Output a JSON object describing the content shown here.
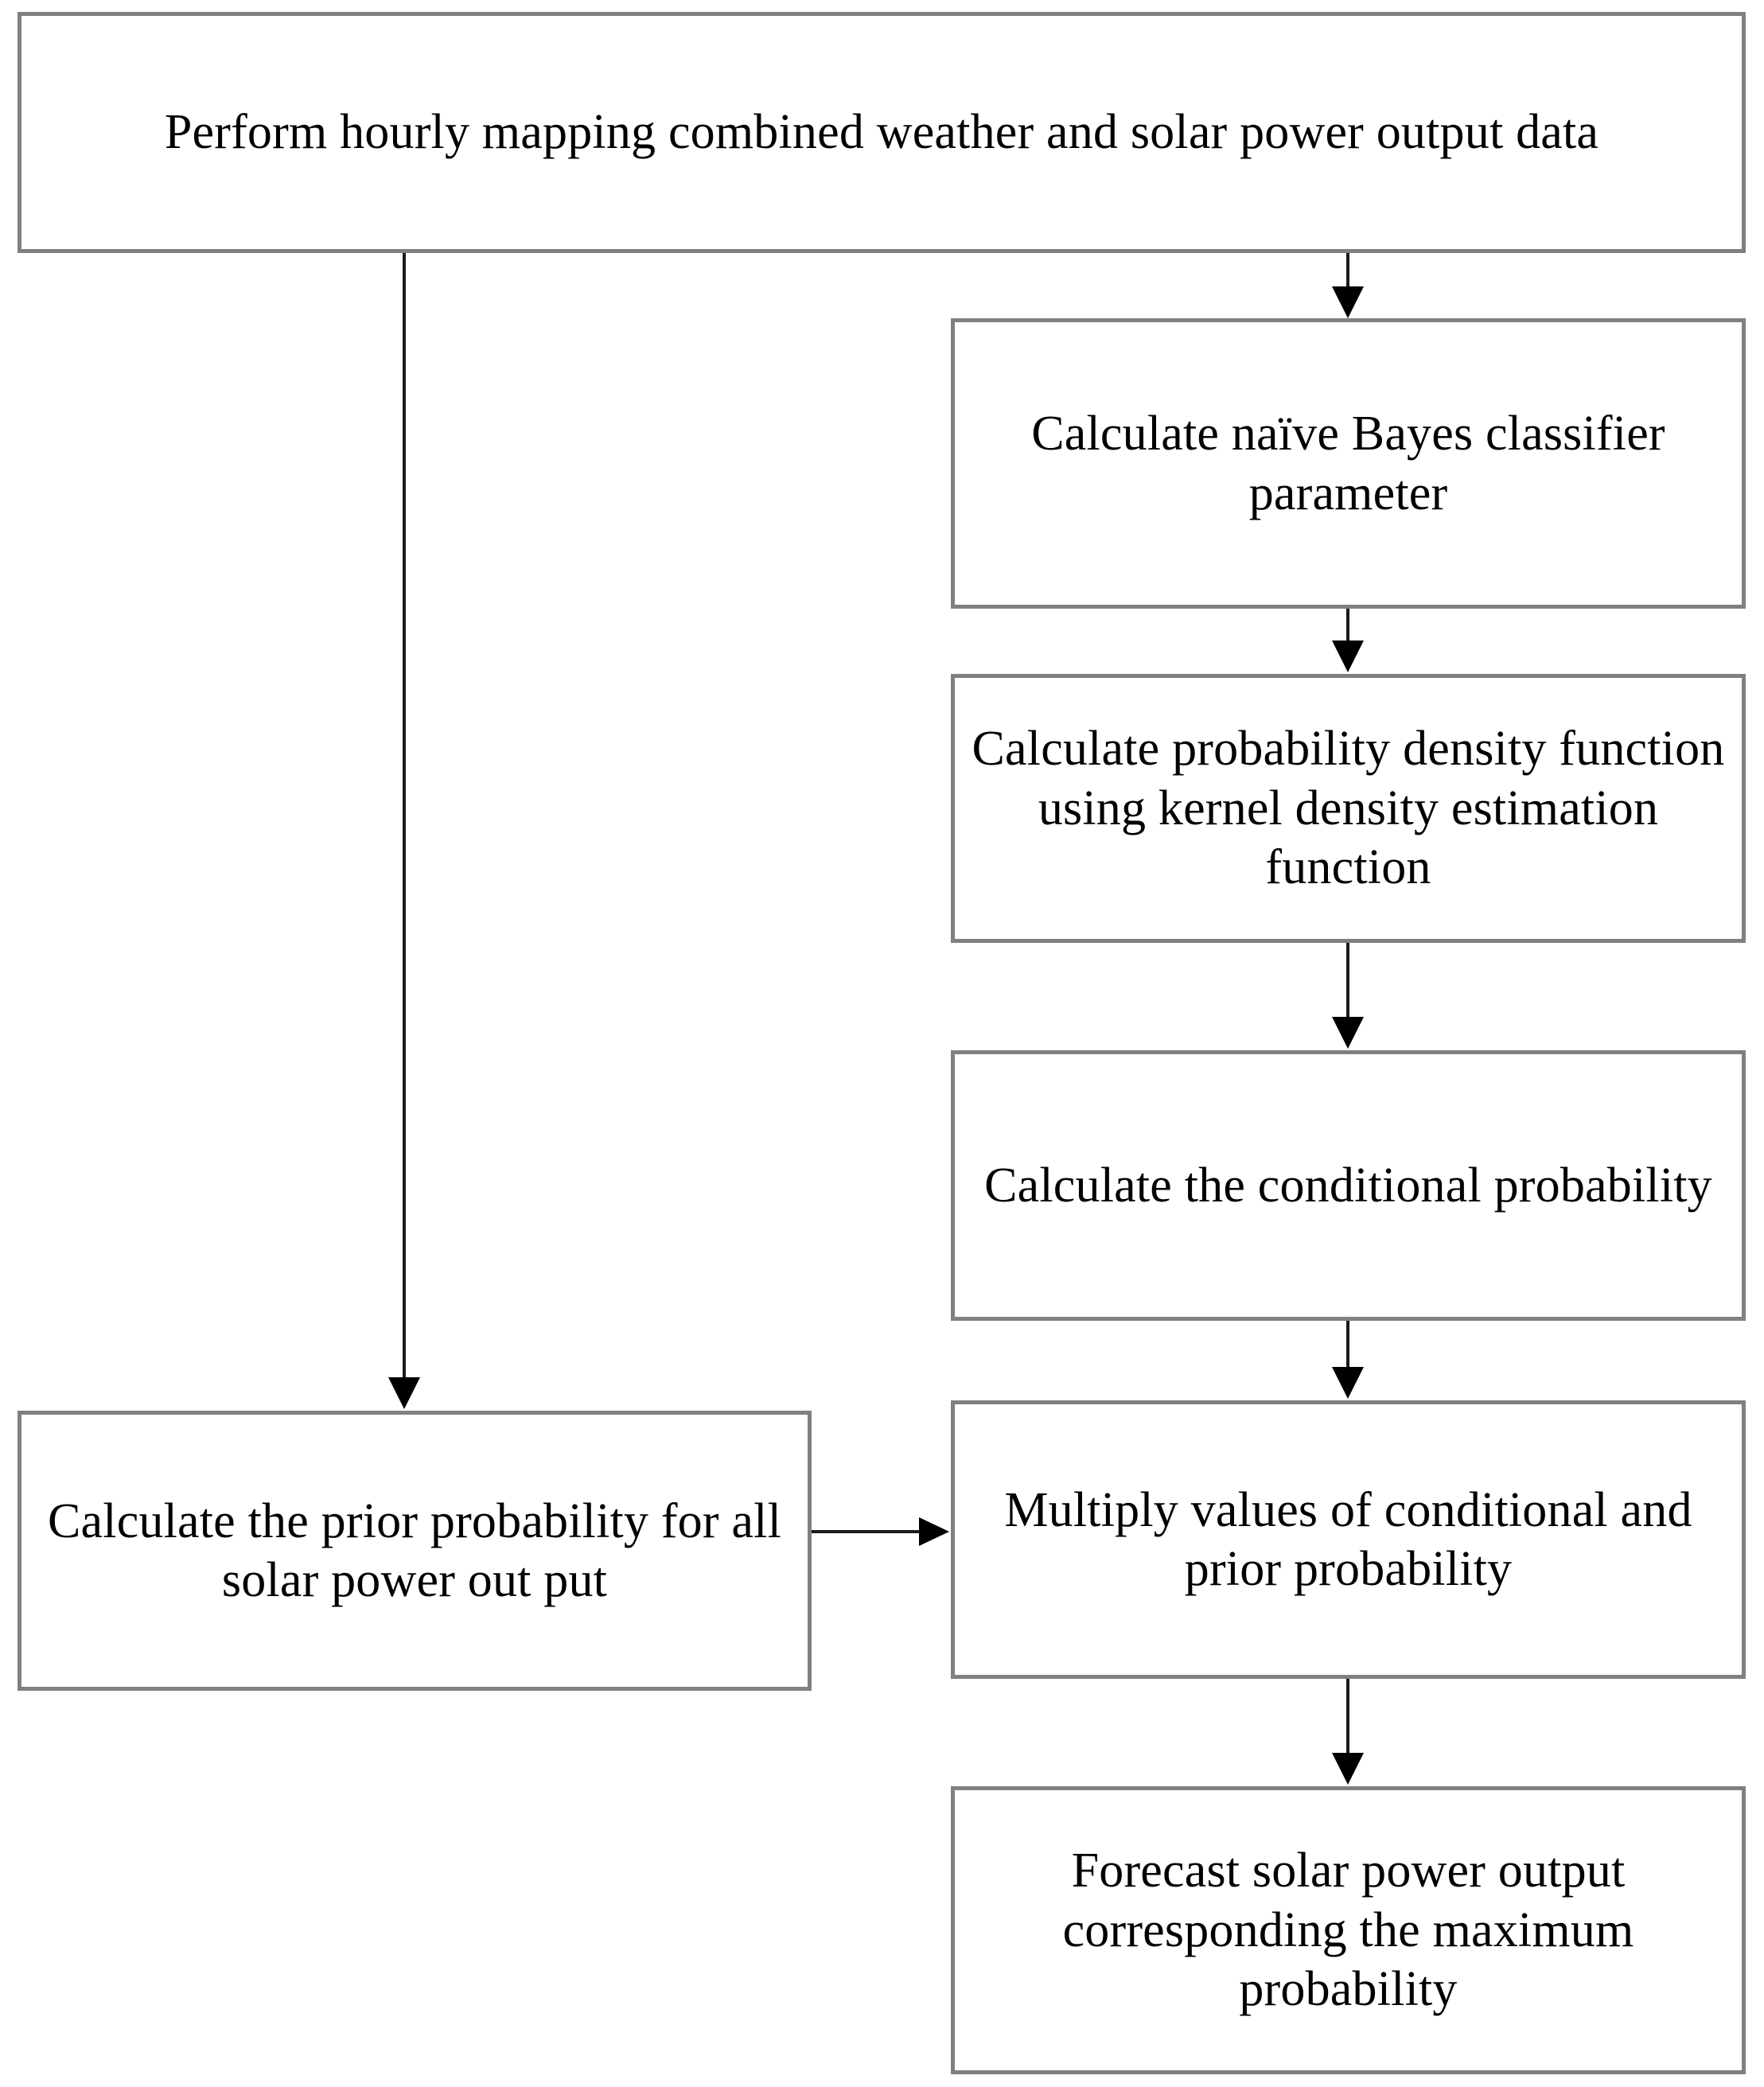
{
  "diagram": {
    "title": "Naive Bayes solar power forecasting flowchart",
    "colors": {
      "box_border": "#808080",
      "box_fill": "#ffffff",
      "connector": "#1a1a1a",
      "text": "#000000"
    },
    "nodes": [
      {
        "id": "mapping",
        "label": "Perform hourly mapping combined weather and solar power output data"
      },
      {
        "id": "nb-param",
        "label": "Calculate naïve Bayes classifier parameter"
      },
      {
        "id": "pdf-kde",
        "label": "Calculate probability density function using kernel density estimation function"
      },
      {
        "id": "cond-prob",
        "label": "Calculate the conditional probability"
      },
      {
        "id": "prior-prob",
        "label": "Calculate the prior probability for all solar power out put"
      },
      {
        "id": "multiply",
        "label": "Multiply values of conditional and prior probability"
      },
      {
        "id": "forecast",
        "label": "Forecast solar power output corresponding the maximum probability"
      }
    ],
    "edges": [
      {
        "id": "map-to-nb",
        "from": "mapping",
        "to": "nb-param",
        "direction": "down"
      },
      {
        "id": "nb-to-pdf",
        "from": "nb-param",
        "to": "pdf-kde",
        "direction": "down"
      },
      {
        "id": "pdf-to-cond",
        "from": "pdf-kde",
        "to": "cond-prob",
        "direction": "down"
      },
      {
        "id": "cond-to-mul",
        "from": "cond-prob",
        "to": "multiply",
        "direction": "down"
      },
      {
        "id": "mul-to-fore",
        "from": "multiply",
        "to": "forecast",
        "direction": "down"
      },
      {
        "id": "map-to-prior",
        "from": "mapping",
        "to": "prior-prob",
        "direction": "down"
      },
      {
        "id": "prior-to-mul",
        "from": "prior-prob",
        "to": "multiply",
        "direction": "right"
      }
    ]
  }
}
